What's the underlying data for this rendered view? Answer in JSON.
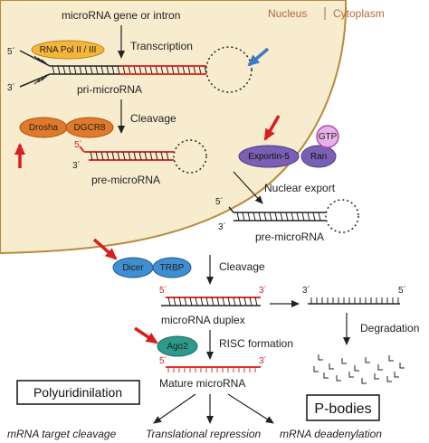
{
  "regions": {
    "nucleus": "Nucleus",
    "cytoplasm": "Cytoplasm"
  },
  "steps": {
    "gene": "microRNA gene or intron",
    "transcription": "Transcription",
    "pri": "pri-microRNA",
    "cleavage1": "Cleavage",
    "pre1": "pre-microRNA",
    "export": "Nuclear export",
    "pre2": "pre-microRNA",
    "cleavage2": "Cleavage",
    "duplex": "microRNA duplex",
    "degradation": "Degradation",
    "risc": "RISC formation",
    "mature": "Mature microRNA"
  },
  "proteins": {
    "polymerase": "RNA Pol II / III",
    "drosha": "Drosha",
    "dgcr8": "DGCR8",
    "exportin": "Exportin-5",
    "gtp": "GTP",
    "ran": "Ran",
    "dicer": "Dicer",
    "trbp": "TRBP",
    "ago2": "Ago2"
  },
  "ends": {
    "five": "5´",
    "three": "3´"
  },
  "outcomes": {
    "target_cleavage": "mRNA target cleavage",
    "repression": "Translational repression",
    "deadenylation": "mRNA deadenylation"
  },
  "callouts": {
    "polyuridinilation": "Polyuridinilation",
    "pbodies": "P-bodies"
  },
  "colors": {
    "nucleus_fill": "#f7ecce",
    "nucleus_border": "#b88a3a",
    "rna_strand": "#222222",
    "mirna_strand": "#e0302a",
    "drosha": "#e07a2a",
    "polymerase": "#f3b53a",
    "exportin": "#7a5fb5",
    "dicer": "#3f8fd0",
    "ago2": "#2e9a8c",
    "highlight_arrow": "#d81f1f",
    "blue_arrow": "#3c7cc4",
    "region_label": "#b5693a"
  }
}
